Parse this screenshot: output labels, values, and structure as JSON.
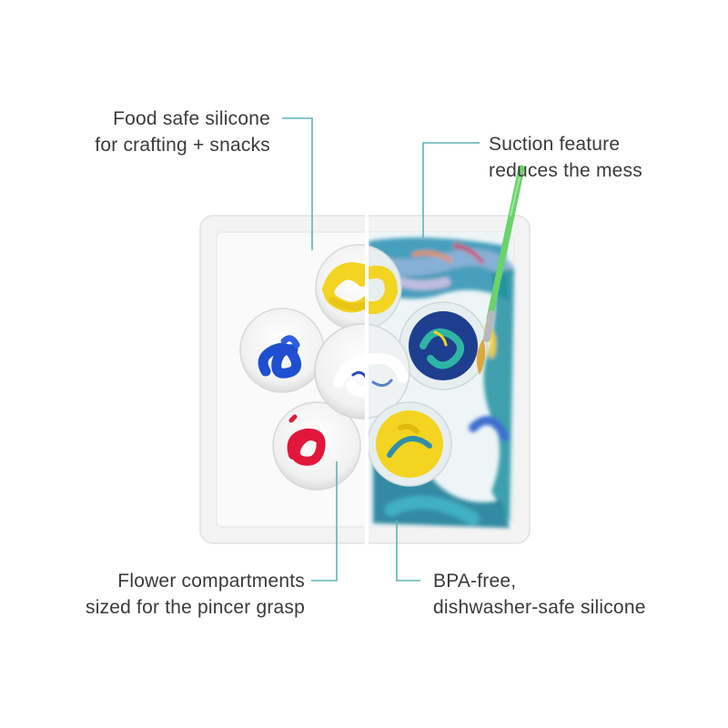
{
  "callouts": {
    "top_left": {
      "line1": "Food safe silicone",
      "line2": "for crafting + snacks"
    },
    "top_right": {
      "line1": "Suction feature",
      "line2": "reduces the mess"
    },
    "bottom_left": {
      "line1": "Flower compartments",
      "line2": "sized for the pincer grasp"
    },
    "bottom_right": {
      "line1": "BPA-free,",
      "line2": "dishwasher-safe silicone"
    }
  },
  "product": {
    "left_side": "clean",
    "right_side": "paint-covered"
  },
  "colors": {
    "leader_line": "#5fb3b3",
    "mat": "#f4f4f4",
    "paint_yellow": "#f2d421",
    "paint_blue": "#1f4fd1",
    "paint_red": "#e2163a",
    "paint_teal": "#1e8fa0",
    "brush_green": "#6ad36a"
  }
}
